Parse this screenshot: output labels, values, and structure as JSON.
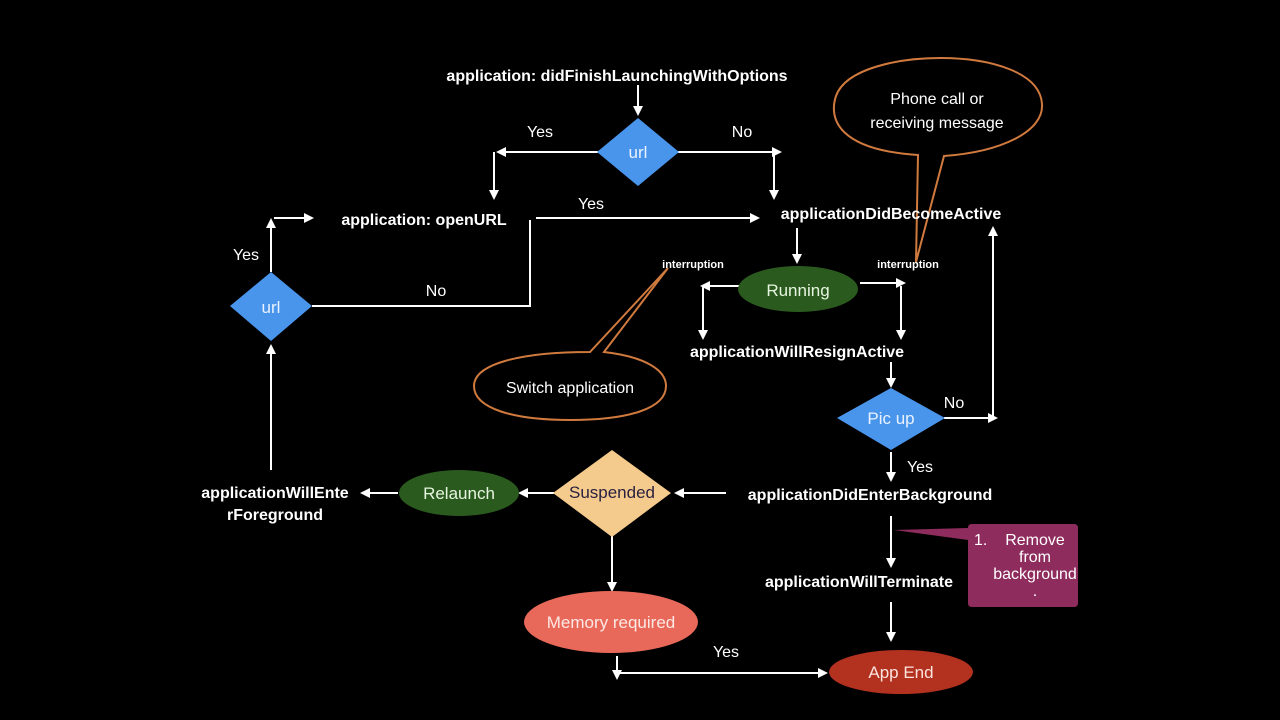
{
  "diagram": {
    "title": "iOS Application Lifecycle",
    "colors": {
      "background": "#000000",
      "decision_blue": "#4a95ec",
      "suspended_orange": "#f5cb8d",
      "state_green": "#2a5a1e",
      "memory_red": "#e8695a",
      "end_red": "#b3311f",
      "callout_border": "#d07a3e",
      "note_purple": "#8e2c5d",
      "line": "#ffffff"
    },
    "nodes": {
      "did_finish": "application: didFinishLaunchingWithOptions",
      "url_top": "url",
      "open_url": "application: openURL",
      "did_become_active": "applicationDidBecomeActive",
      "url_left": "url",
      "running": "Running",
      "will_resign": "applicationWillResignActive",
      "pic_up": "Pic up",
      "did_enter_bg": "applicationDidEnterBackground",
      "suspended": "Suspended",
      "relaunch": "Relaunch",
      "will_enter_fg_line1": "applicationWillEnte",
      "will_enter_fg_line2": "rForeground",
      "will_terminate": "applicationWillTerminate",
      "memory_required": "Memory required",
      "app_end": "App End"
    },
    "edge_labels": {
      "url_top_yes": "Yes",
      "url_top_no": "No",
      "open_url_yes": "Yes",
      "url_left_yes": "Yes",
      "url_left_no": "No",
      "interruption_left": "interruption",
      "interruption_right": "interruption",
      "pic_up_no": "No",
      "pic_up_yes": "Yes",
      "memory_yes": "Yes"
    },
    "callouts": {
      "phone_call_line1": "Phone call or",
      "phone_call_line2": "receiving message",
      "switch_app": "Switch application"
    },
    "note": {
      "number": "1.",
      "line1": "Remove",
      "line2": "from",
      "line3": "background",
      "line4": "."
    }
  }
}
